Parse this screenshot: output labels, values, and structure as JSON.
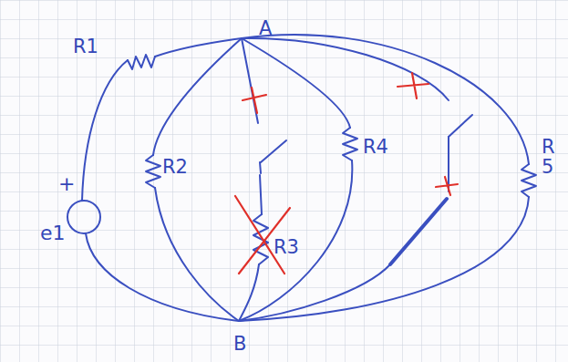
{
  "diagram": {
    "labels": [
      "R1",
      "R2",
      "R3",
      "R4",
      "R5",
      "e1",
      "+",
      "A",
      "B"
    ]
  }
}
